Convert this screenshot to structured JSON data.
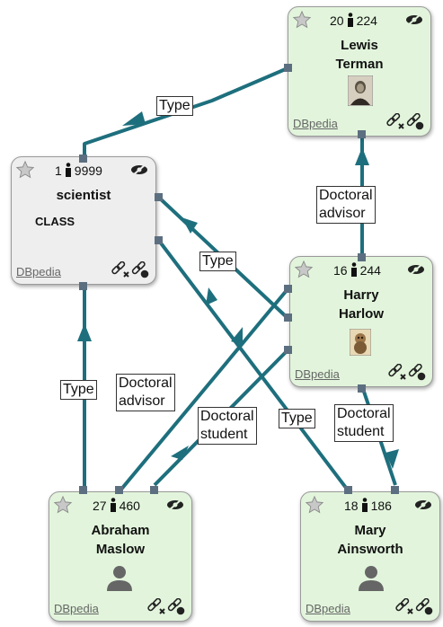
{
  "colors": {
    "edge": "#1e6f7d",
    "port": "#5c6f80",
    "instance_bg": "#e2f5dc",
    "class_bg": "#eeeeee"
  },
  "nodes": {
    "terman": {
      "title_line1": "Lewis",
      "title_line2": "Terman",
      "in_count": "20",
      "out_count": "224",
      "source": "DBpedia"
    },
    "scientist": {
      "title_line1": "scientist",
      "subtitle": "CLASS",
      "in_count": "1",
      "out_count": "9999",
      "source": "DBpedia"
    },
    "harlow": {
      "title_line1": "Harry",
      "title_line2": "Harlow",
      "in_count": "16",
      "out_count": "244",
      "source": "DBpedia"
    },
    "maslow": {
      "title_line1": "Abraham",
      "title_line2": "Maslow",
      "in_count": "27",
      "out_count": "460",
      "source": "DBpedia"
    },
    "ainsworth": {
      "title_line1": "Mary",
      "title_line2": "Ainsworth",
      "in_count": "18",
      "out_count": "186",
      "source": "DBpedia"
    }
  },
  "edges": {
    "terman_type": {
      "line1": "Type"
    },
    "harlow_advisor": {
      "line1": "Doctoral",
      "line2": "advisor"
    },
    "harlow_type": {
      "line1": "Type"
    },
    "maslow_type": {
      "line1": "Type"
    },
    "maslow_advisor": {
      "line1": "Doctoral",
      "line2": "advisor"
    },
    "harlow_student_maslow": {
      "line1": "Doctoral",
      "line2": "student"
    },
    "ainsworth_type": {
      "line1": "Type"
    },
    "harlow_student_ains": {
      "line1": "Doctoral",
      "line2": "student"
    }
  }
}
